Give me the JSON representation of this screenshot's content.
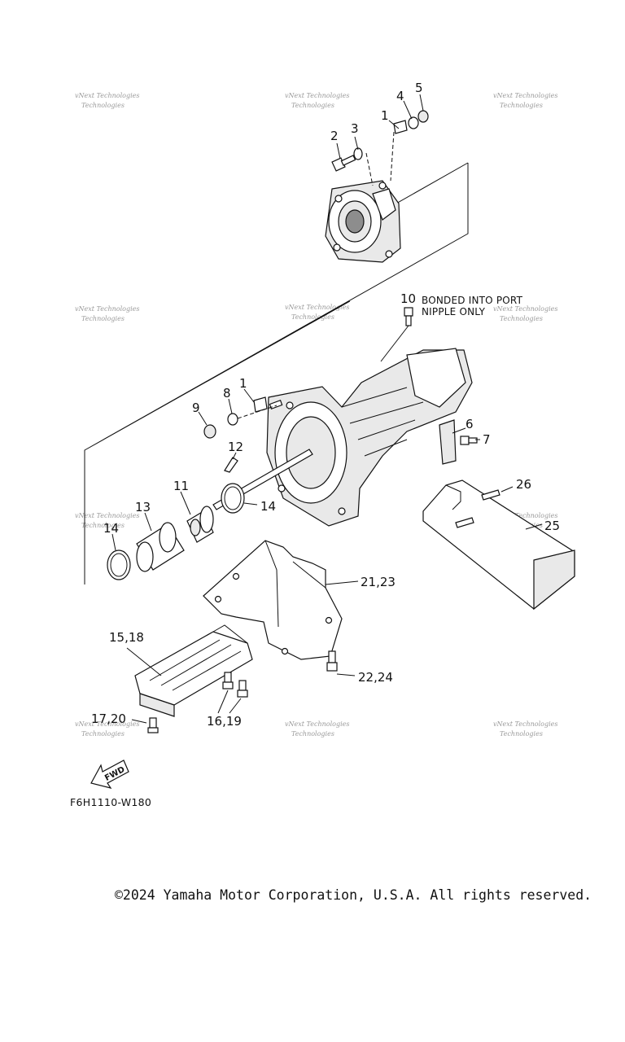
{
  "callouts": {
    "c1a": "1",
    "c2": "2",
    "c3": "3",
    "c4": "4",
    "c5": "5",
    "c10": "10",
    "c1b": "1",
    "c8": "8",
    "c9": "9",
    "c6": "6",
    "c7": "7",
    "c12": "12",
    "c11": "11",
    "c13": "13",
    "c14a": "14",
    "c14b": "14",
    "c26": "26",
    "c25": "25",
    "c2123": "21,23",
    "c1518": "15,18",
    "c2224": "22,24",
    "c1720": "17,20",
    "c1619": "16,19"
  },
  "note": {
    "line1": "BONDED INTO PORT",
    "line2": "NIPPLE ONLY"
  },
  "fwd_label": "FWD",
  "diagram_code": "F6H1110-W180",
  "watermark": {
    "line1": "vNext Technologies",
    "line2": "Technologies"
  },
  "copyright": "©2024 Yamaha Motor Corporation, U.S.A. All rights reserved."
}
